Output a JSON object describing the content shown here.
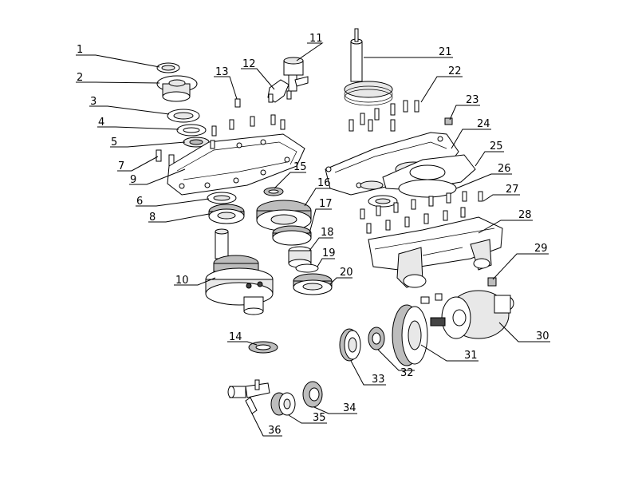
{
  "diagram": {
    "callouts": [
      "1",
      "2",
      "3",
      "4",
      "5",
      "6",
      "7",
      "8",
      "9",
      "10",
      "11",
      "12",
      "13",
      "14",
      "15",
      "16",
      "17",
      "18",
      "19",
      "20",
      "21",
      "22",
      "23",
      "24",
      "25",
      "26",
      "27",
      "28",
      "29",
      "30",
      "31",
      "32",
      "33",
      "34",
      "35",
      "36"
    ],
    "colors": {
      "line": "#000000",
      "background": "#ffffff",
      "highlight_cyan": "#33cccc",
      "highlight_orange": "#ff9900",
      "highlight_magenta": "#cc33cc"
    }
  }
}
